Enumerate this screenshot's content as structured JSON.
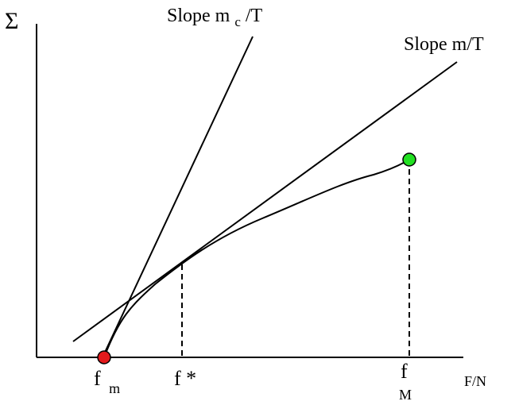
{
  "diagram": {
    "y_axis_label": "Σ",
    "x_axis_label": "F/N",
    "steep_line_label": {
      "prefix": "Slope  m",
      "subscript": "c",
      "suffix": " /T"
    },
    "tangent_line_label": "Slope  m/T",
    "x_markers": {
      "f_min": {
        "base": "f",
        "subscript": "m"
      },
      "f_star": {
        "text": "f *"
      },
      "f_max": {
        "base": "f",
        "subscript": "M"
      }
    },
    "point_colors": {
      "min_point": "#e41a1c",
      "max_point": "#22e022"
    }
  }
}
